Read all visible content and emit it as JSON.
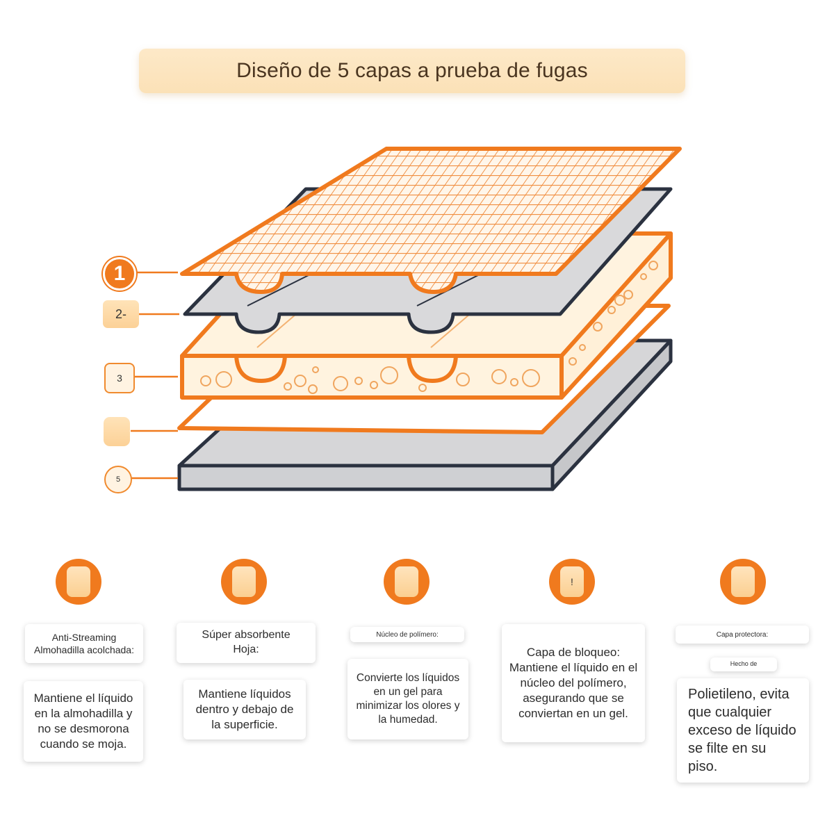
{
  "title": "Diseño de 5 capas a prueba de fugas",
  "markers": [
    "1",
    "2-",
    "3",
    "",
    "5"
  ],
  "colors": {
    "accent_orange": "#f07a1e",
    "cream": "#fff3df",
    "gray_layer": "#d9d9db",
    "navy_outline": "#2b3240",
    "title_bg": "#fde9c8"
  },
  "features": [
    {
      "icon_glyph": "",
      "label_lines": [
        "Anti-Streaming",
        "Almohadilla acolchada:"
      ],
      "description": "Mantiene el líquido en la almohadilla y no se desmorona cuando se moja."
    },
    {
      "icon_glyph": "",
      "label_lines": [
        "Súper absorbente",
        "Hoja:"
      ],
      "description": "Mantiene líquidos dentro y debajo de la superficie."
    },
    {
      "icon_glyph": "",
      "label_lines": [
        "Núcleo de polímero:"
      ],
      "description": "Convierte los líquidos en un gel para minimizar los olores y la humedad."
    },
    {
      "icon_glyph": "!",
      "label_lines": [],
      "description": "Capa de bloqueo: Mantiene el líquido en el núcleo del polímero, asegurando que se conviertan en un gel."
    },
    {
      "icon_glyph": "",
      "label_lines": [
        "Capa protectora:"
      ],
      "sub_label": "Hecho de",
      "description": "Polietileno, evita que cualquier exceso de líquido se filte en su piso."
    }
  ]
}
